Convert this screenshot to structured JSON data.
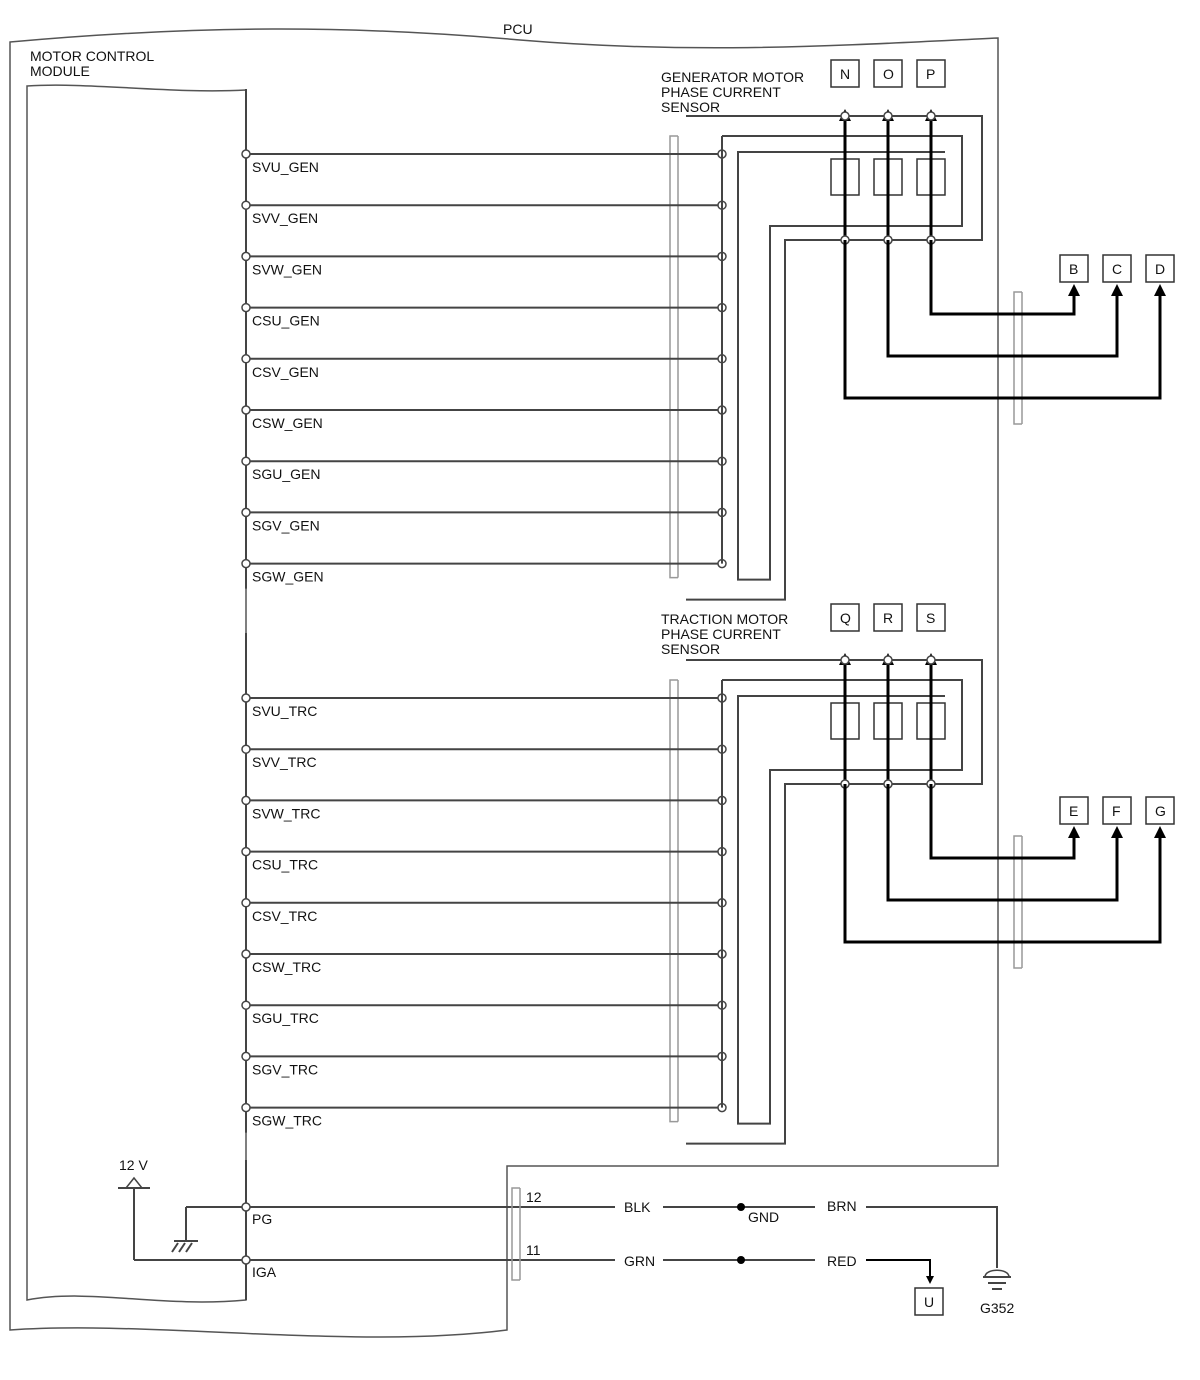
{
  "title": "PCU",
  "module": {
    "line1": "MOTOR CONTROL",
    "line2": "MODULE"
  },
  "generator_sensor": {
    "line1": "GENERATOR MOTOR",
    "line2": "PHASE CURRENT",
    "line3": "SENSOR",
    "signals": [
      "SVU_GEN",
      "SVV_GEN",
      "SVW_GEN",
      "CSU_GEN",
      "CSV_GEN",
      "CSW_GEN",
      "SGU_GEN",
      "SGV_GEN",
      "SGW_GEN"
    ],
    "top_terminals": [
      "N",
      "O",
      "P"
    ],
    "side_terminals": [
      "B",
      "C",
      "D"
    ]
  },
  "traction_sensor": {
    "line1": "TRACTION MOTOR",
    "line2": "PHASE CURRENT",
    "line3": "SENSOR",
    "signals": [
      "SVU_TRC",
      "SVV_TRC",
      "SVW_TRC",
      "CSU_TRC",
      "CSV_TRC",
      "CSW_TRC",
      "SGU_TRC",
      "SGV_TRC",
      "SGW_TRC"
    ],
    "top_terminals": [
      "Q",
      "R",
      "S"
    ],
    "side_terminals": [
      "E",
      "F",
      "G"
    ]
  },
  "power": {
    "supply_label": "12 V",
    "pg_label": "PG",
    "iga_label": "IGA",
    "pin_12": "12",
    "pin_11": "11",
    "blk": "BLK",
    "grn": "GRN",
    "gnd": "GND",
    "brn": "BRN",
    "red": "RED",
    "terminal_u": "U",
    "ground_point": "G352"
  }
}
